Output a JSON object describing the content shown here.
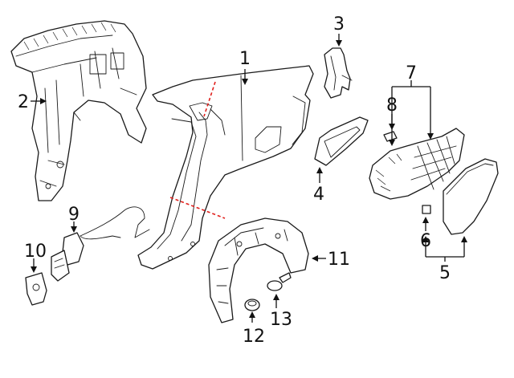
{
  "callouts": {
    "c1": "1",
    "c2": "2",
    "c3": "3",
    "c4": "4",
    "c5": "5",
    "c6": "6",
    "c7": "7",
    "c8": "8",
    "c9": "9",
    "c10": "10",
    "c11": "11",
    "c12": "12",
    "c13": "13"
  },
  "colors": {
    "line": "#1a1a1a",
    "cut_line": "#e0201c",
    "background": "#ffffff"
  }
}
